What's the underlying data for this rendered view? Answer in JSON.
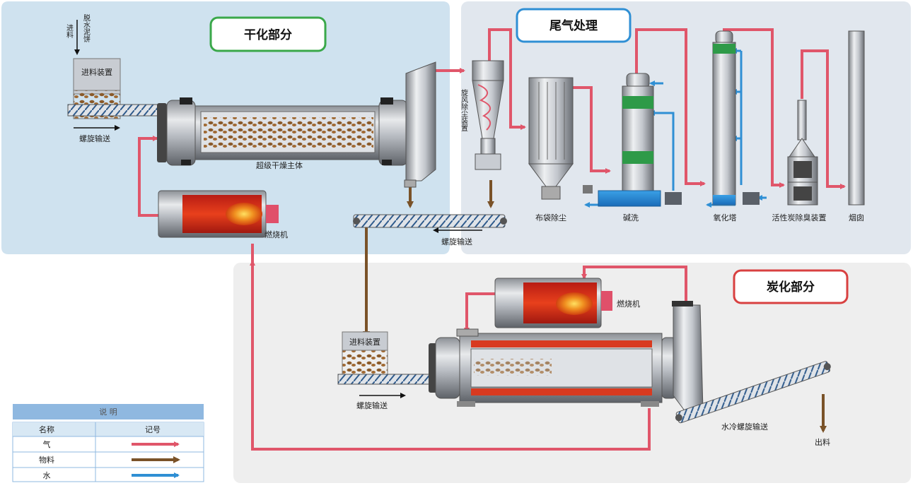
{
  "sections": {
    "drying": "干化部分",
    "exhaust": "尾气处理",
    "carbonization": "炭化部分"
  },
  "labels": {
    "feed_material": "脱水泥饼",
    "feed_in": "进料",
    "feeder_top": "进料装置",
    "screw_top": "螺旋输送",
    "dryer_main": "超级干燥主体",
    "burner_top": "燃烧机",
    "cyclone": "旋风除尘装置",
    "screw_mid": "螺旋输送",
    "baghouse": "布袋除尘",
    "alkali_wash": "碱洗",
    "oxidation_tower": "氧化塔",
    "carbon_deodor": "活性炭除臭装置",
    "chimney": "烟囱",
    "burner_bottom": "燃烧机",
    "feeder_bottom": "进料装置",
    "screw_bottom": "螺旋输送",
    "cooling_screw": "水冷螺旋输送",
    "discharge": "出料"
  },
  "legend": {
    "title": "说 明",
    "col_name": "名称",
    "col_symbol": "记号",
    "rows": [
      {
        "name": "气",
        "color": "#e0566a"
      },
      {
        "name": "物料",
        "color": "#7a5228"
      },
      {
        "name": "水",
        "color": "#2f8fd4"
      }
    ]
  },
  "colors": {
    "gas": "#e0566a",
    "material": "#7a5228",
    "water": "#2f8fd4",
    "drying_border": "#3aa84a",
    "exhaust_border": "#2f8fd4",
    "carbon_border": "#d84040"
  }
}
